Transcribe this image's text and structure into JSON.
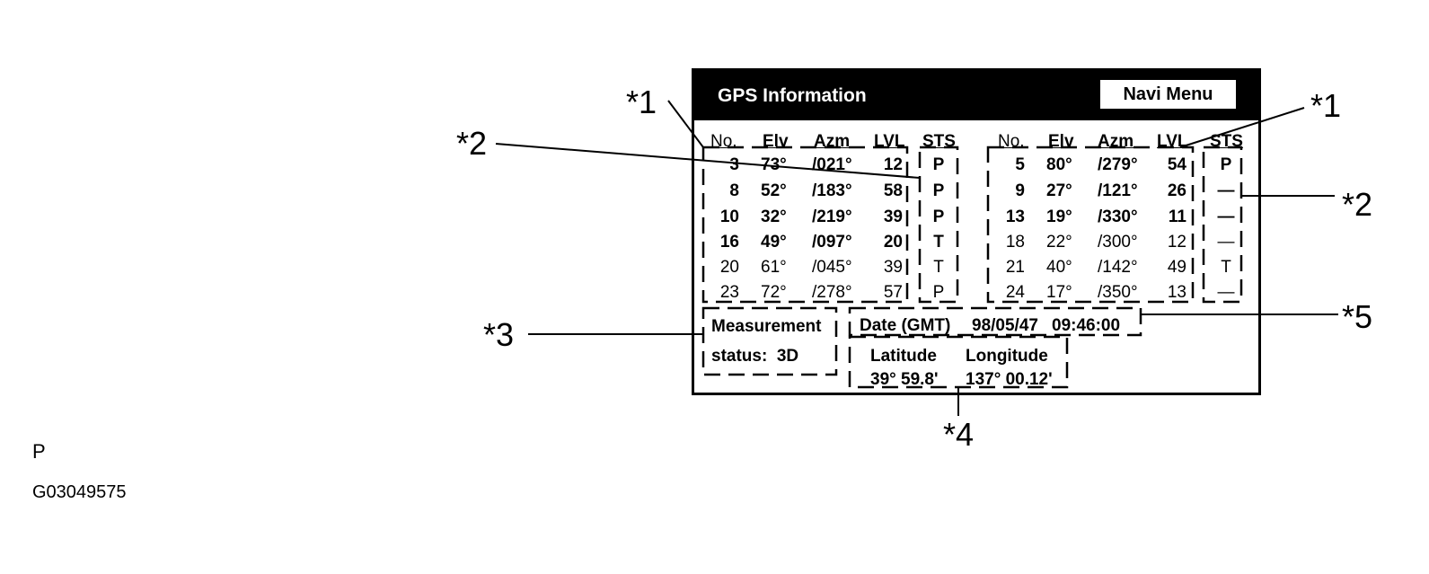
{
  "screen": {
    "title": "GPS Information",
    "navi_menu_label": "Navi Menu"
  },
  "table_headers": {
    "no": "No.",
    "elv": "Elv",
    "azm": "Azm",
    "lvl": "LVL",
    "sts": "STS"
  },
  "left_rows": [
    {
      "no": "3",
      "elv": "73°",
      "azm": "/021°",
      "lvl": "12",
      "sts": "P",
      "bold": true
    },
    {
      "no": "8",
      "elv": "52°",
      "azm": "/183°",
      "lvl": "58",
      "sts": "P",
      "bold": true
    },
    {
      "no": "10",
      "elv": "32°",
      "azm": "/219°",
      "lvl": "39",
      "sts": "P",
      "bold": true
    },
    {
      "no": "16",
      "elv": "49°",
      "azm": "/097°",
      "lvl": "20",
      "sts": "T",
      "bold": true
    },
    {
      "no": "20",
      "elv": "61°",
      "azm": "/045°",
      "lvl": "39",
      "sts": "T",
      "bold": false
    },
    {
      "no": "23",
      "elv": "72°",
      "azm": "/278°",
      "lvl": "57",
      "sts": "P",
      "bold": false
    }
  ],
  "right_rows": [
    {
      "no": "5",
      "elv": "80°",
      "azm": "/279°",
      "lvl": "54",
      "sts": "P",
      "bold": true
    },
    {
      "no": "9",
      "elv": "27°",
      "azm": "/121°",
      "lvl": "26",
      "sts": "—",
      "bold": true
    },
    {
      "no": "13",
      "elv": "19°",
      "azm": "/330°",
      "lvl": "11",
      "sts": "—",
      "bold": true
    },
    {
      "no": "18",
      "elv": "22°",
      "azm": "/300°",
      "lvl": "12",
      "sts": "—",
      "bold": false
    },
    {
      "no": "21",
      "elv": "40°",
      "azm": "/142°",
      "lvl": "49",
      "sts": "T",
      "bold": false
    },
    {
      "no": "24",
      "elv": "17°",
      "azm": "/350°",
      "lvl": "13",
      "sts": "—",
      "bold": false
    }
  ],
  "measurement": {
    "line1": "Measurement",
    "line2": "status:  3D"
  },
  "date": {
    "label": "Date (GMT)",
    "date_value": "98/05/47",
    "time_value": "09:46:00"
  },
  "position": {
    "latitude_label": "Latitude",
    "longitude_label": "Longitude",
    "latitude_value": "39° 59.8'",
    "longitude_value": "137° 00.12'"
  },
  "callouts": {
    "c1_left": "*1",
    "c1_right": "*1",
    "c2_left": "*2",
    "c2_right": "*2",
    "c3": "*3",
    "c4": "*4",
    "c5": "*5"
  },
  "figure_code": {
    "letter": "P",
    "number": "G03049575"
  }
}
